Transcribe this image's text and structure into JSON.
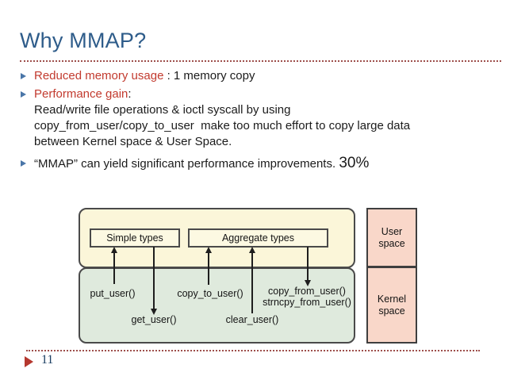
{
  "slide": {
    "title": "Why MMAP?",
    "page_number": "11",
    "bullets": {
      "reduced_memory": {
        "highlight": "Reduced memory usage",
        "rest": " : 1 memory copy"
      },
      "performance": {
        "highlight": "Performance gain",
        "rest": ":",
        "detail_lines": [
          "Read/write file operations & ioctl syscall by using",
          "copy_from_user/copy_to_user  make too much effort to copy large data",
          "between Kernel space & User Space."
        ]
      },
      "mmap_gain": {
        "text": "“MMAP” can yield significant performance improvements.",
        "emphasis": "30%"
      }
    }
  },
  "diagram": {
    "simple_types": "Simple types",
    "aggregate_types": "Aggregate types",
    "user_space": "User space",
    "kernel_space": "Kernel space",
    "put_user": "put_user()",
    "get_user": "get_user()",
    "copy_to_user": "copy_to_user()",
    "clear_user": "clear_user()",
    "copy_from_user": "copy_from_user()",
    "strncpy_from_user": "strncpy_from_user()"
  },
  "colors": {
    "title_blue": "#2e5c8a",
    "accent_red": "#c23a2e",
    "bullet_marker_blue": "#4a76a8",
    "dotted_rule_maroon": "#9e4f4b",
    "user_band_yellow": "#fbf6d9",
    "kernel_band_green": "#dfeadd",
    "side_box_salmon": "#f9d7c9",
    "footer_marker_red": "#b5382f",
    "page_number_blue": "#1c3f63"
  }
}
